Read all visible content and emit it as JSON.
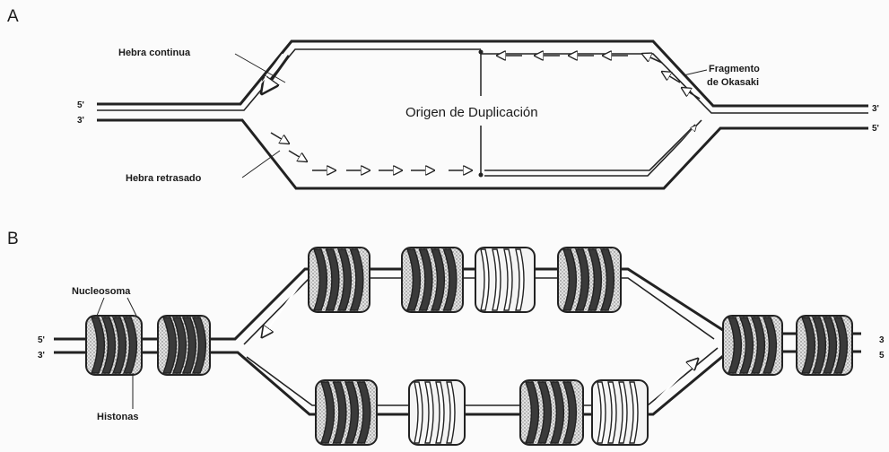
{
  "panel_a": {
    "letter": "A",
    "leading_strand_label": "Hebra continua",
    "lagging_strand_label": "Hebra retrasado",
    "origin_label": "Origen de Duplicación",
    "okazaki_label_line1": "Fragmento",
    "okazaki_label_line2": "de Okasaki",
    "left_top_end": "5'",
    "left_bottom_end": "3'",
    "right_top_end": "3'",
    "right_bottom_end": "5'"
  },
  "panel_b": {
    "letter": "B",
    "nucleosome_label": "Nucleosoma",
    "histone_label": "Histonas",
    "left_top_end": "5'",
    "left_bottom_end": "3'",
    "right_top_end": "3",
    "right_bottom_end": "5"
  }
}
